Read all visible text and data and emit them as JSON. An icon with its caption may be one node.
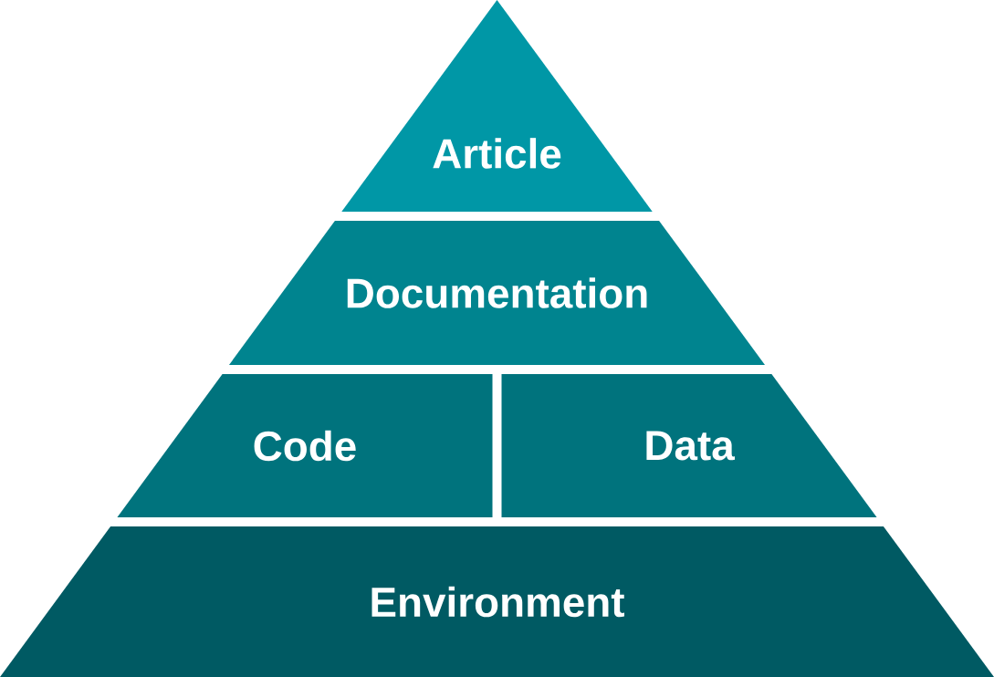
{
  "diagram": {
    "nodes": [
      {
        "text": [
          "Article"
        ]
      },
      {
        "text": [
          "Documentation"
        ]
      },
      {
        "text": [
          "Code"
        ]
      },
      {
        "text": [
          "Data"
        ]
      },
      {
        "text": [
          "Environment"
        ]
      }
    ],
    "edges": []
  }
}
